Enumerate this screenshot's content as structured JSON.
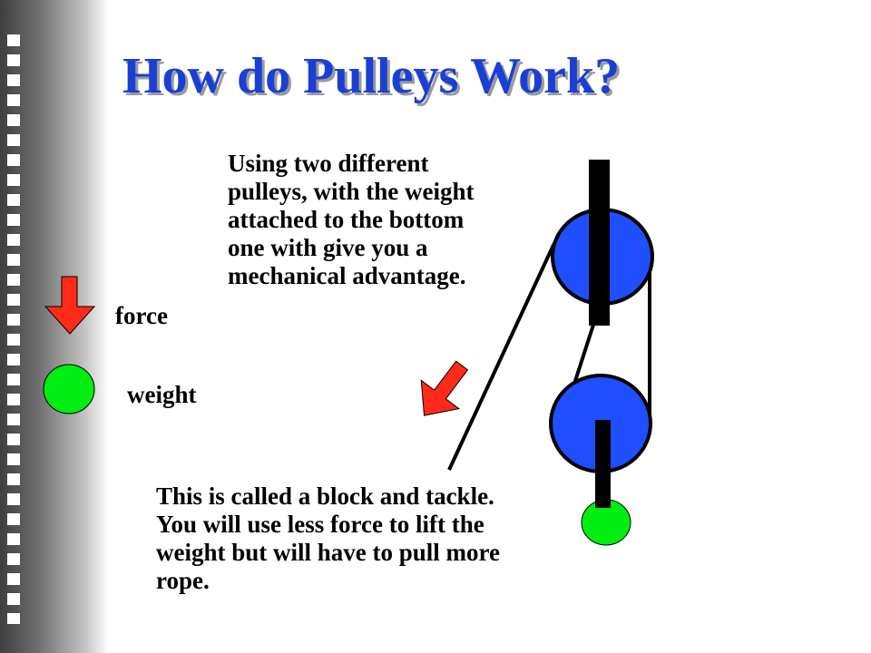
{
  "slide": {
    "title": "How do Pulleys Work?",
    "description_top": "Using two different pulleys, with the weight attached to the bottom one with give you a mechanical advantage.",
    "description_bottom": "This is called a block and tackle.  You will use less force to lift the weight but will have to pull more rope.",
    "legend": {
      "force_label": "force",
      "weight_label": "weight"
    }
  },
  "colors": {
    "title": "#1a3fd6",
    "pulley_fill": "#1f4fff",
    "force_arrow": "#ff2a1a",
    "weight": "#00ee11",
    "rope": "#000000",
    "axle": "#000000"
  },
  "icons": {
    "force": "down-arrow",
    "weight": "circle"
  }
}
